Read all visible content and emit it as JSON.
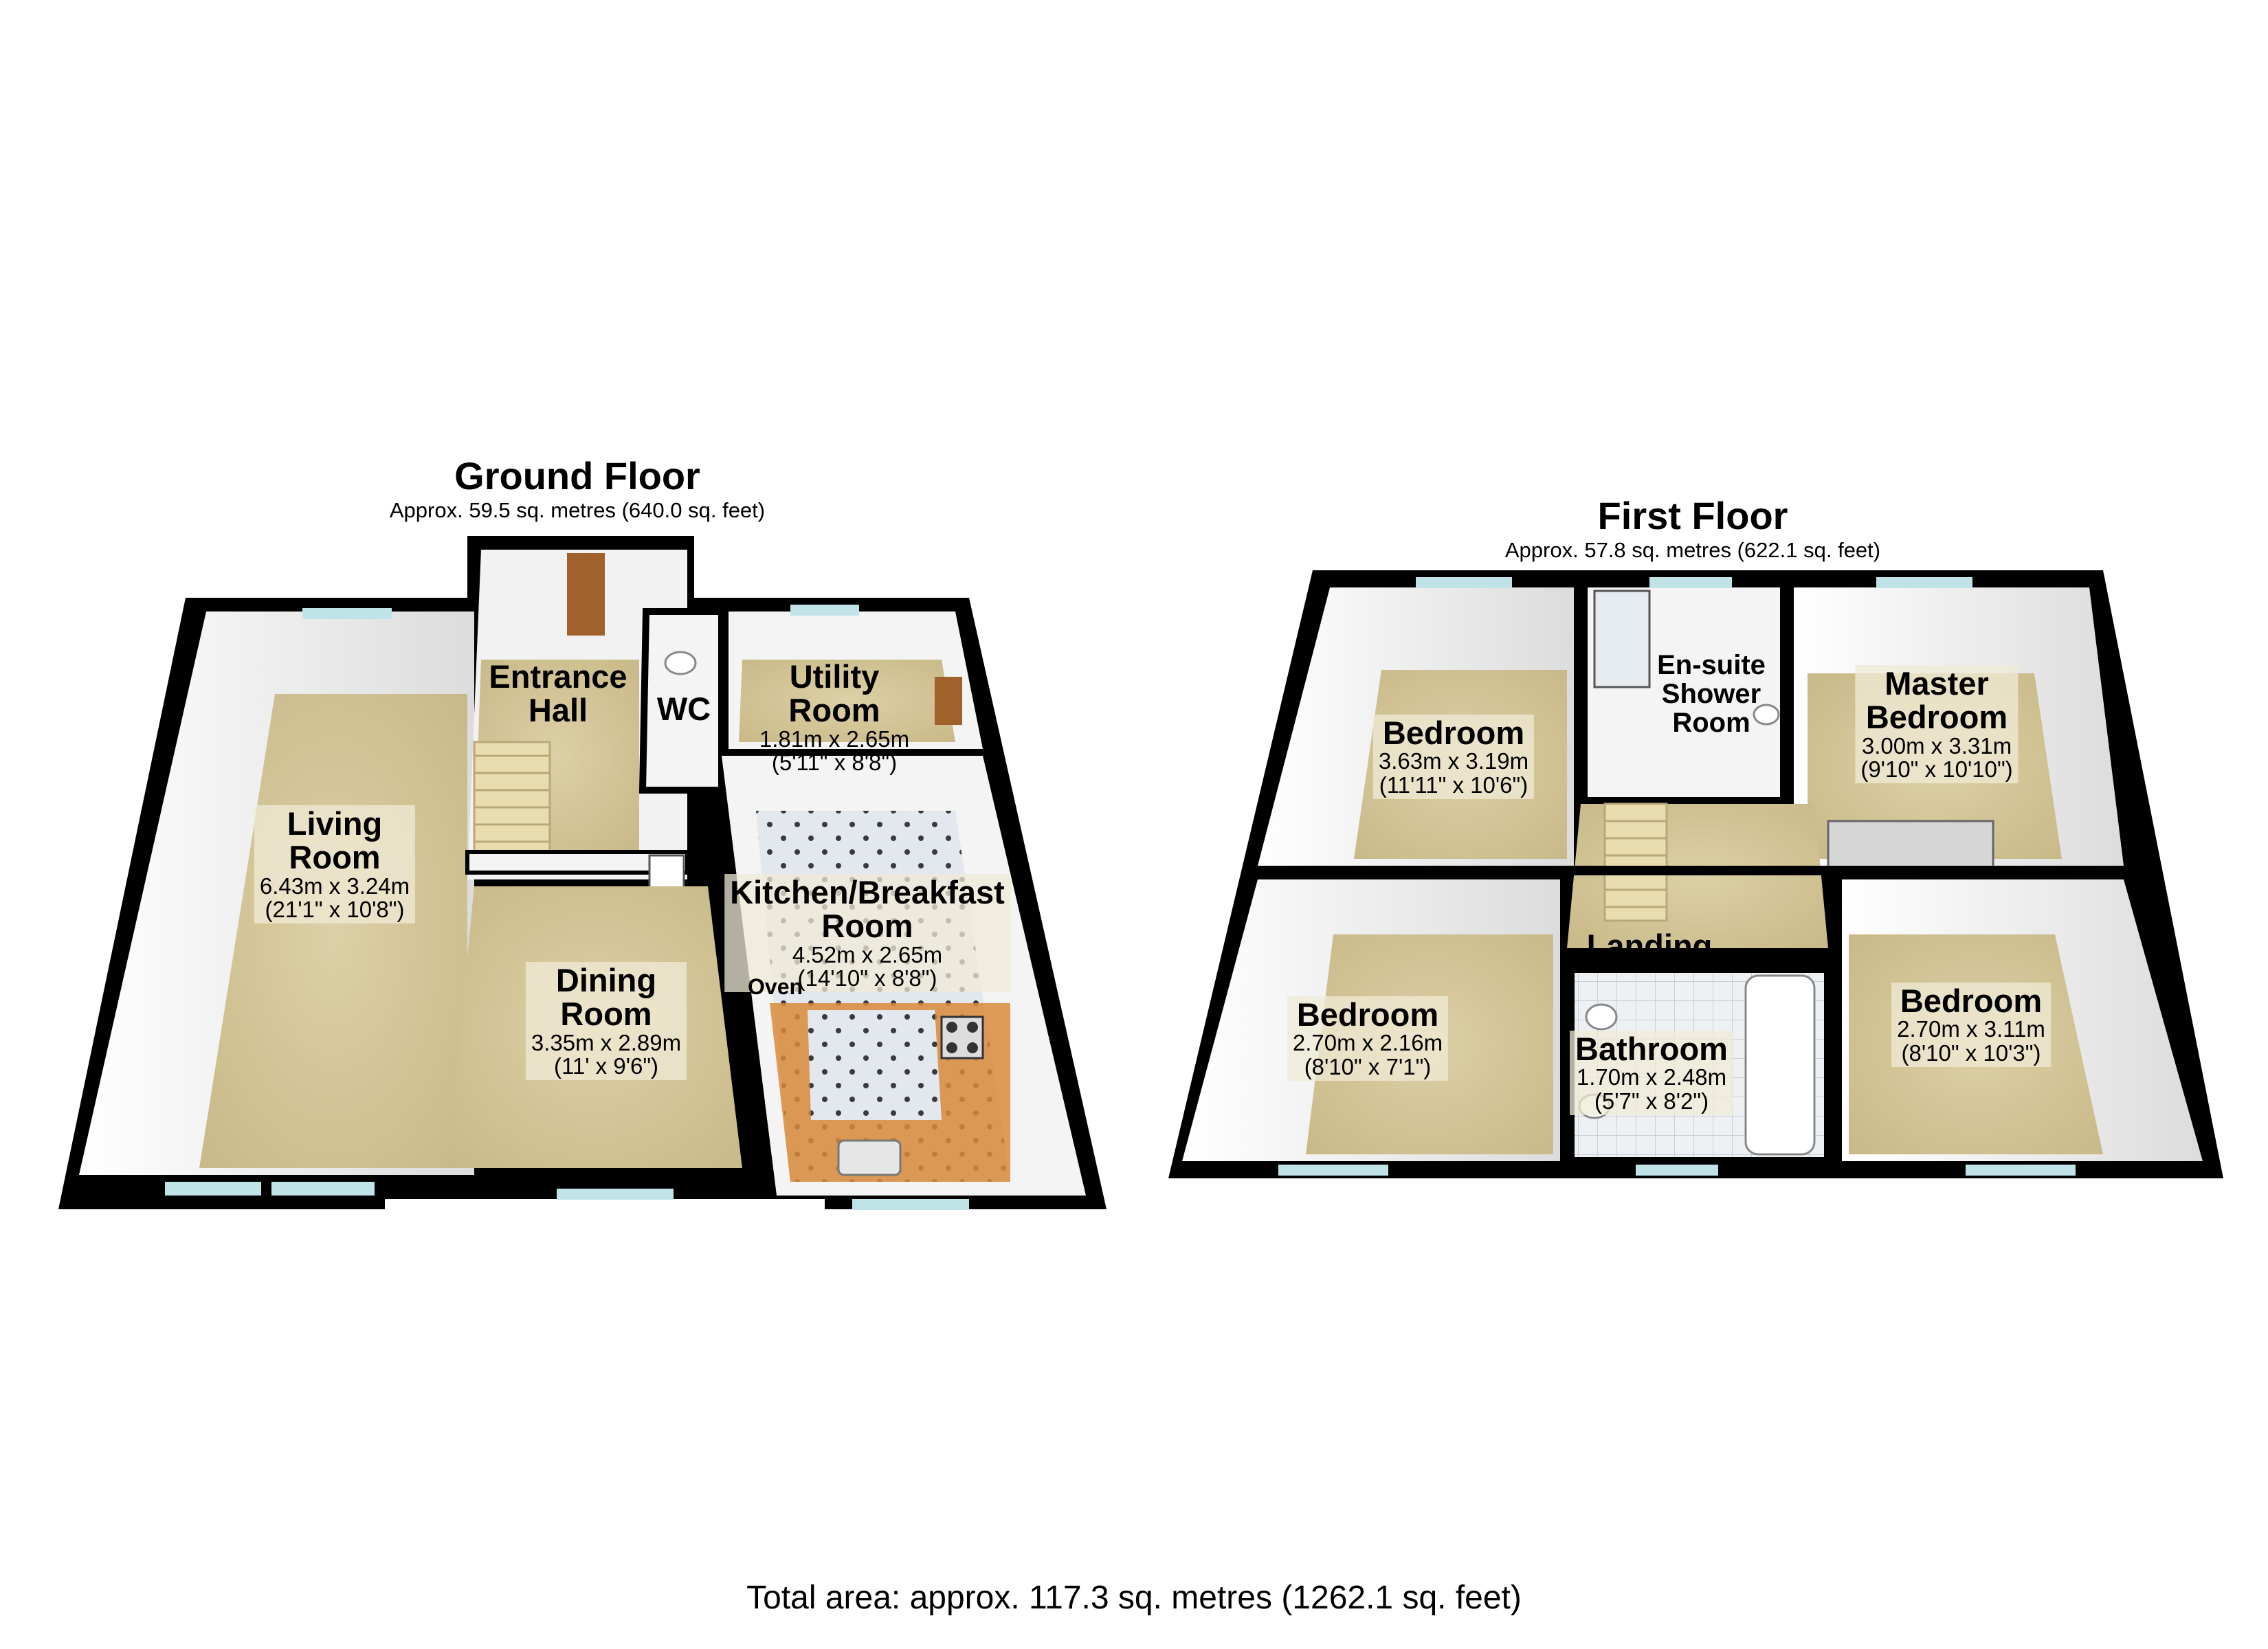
{
  "ground_floor": {
    "title": "Ground Floor",
    "area": "Approx. 59.5 sq. metres (640.0 sq. feet)",
    "rooms": {
      "entrance_hall": {
        "name_line1": "Entrance",
        "name_line2": "Hall"
      },
      "wc": {
        "name": "WC"
      },
      "utility": {
        "name_line1": "Utility",
        "name_line2": "Room",
        "metric": "1.81m x 2.65m",
        "imperial": "(5'11\" x 8'8\")"
      },
      "living": {
        "name_line1": "Living",
        "name_line2": "Room",
        "metric": "6.43m x 3.24m",
        "imperial": "(21'1\" x 10'8\")"
      },
      "dining": {
        "name_line1": "Dining",
        "name_line2": "Room",
        "metric": "3.35m x 2.89m",
        "imperial": "(11' x 9'6\")"
      },
      "kitchen": {
        "name_line1": "Kitchen/Breakfast",
        "name_line2": "Room",
        "metric": "4.52m x 2.65m",
        "imperial": "(14'10\" x 8'8\")"
      },
      "oven": {
        "name": "Oven"
      }
    }
  },
  "first_floor": {
    "title": "First Floor",
    "area": "Approx. 57.8 sq. metres (622.1 sq. feet)",
    "rooms": {
      "bedroom_front_left": {
        "name": "Bedroom",
        "metric": "3.63m x 3.19m",
        "imperial": "(11'11\" x 10'6\")"
      },
      "ensuite": {
        "name_line1": "En-suite",
        "name_line2": "Shower",
        "name_line3": "Room"
      },
      "master": {
        "name_line1": "Master",
        "name_line2": "Bedroom",
        "metric": "3.00m x 3.31m",
        "imperial": "(9'10\" x 10'10\")"
      },
      "landing": {
        "name": "Landing"
      },
      "bedroom_rear_left": {
        "name": "Bedroom",
        "metric": "2.70m x 2.16m",
        "imperial": "(8'10\" x 7'1\")"
      },
      "bathroom": {
        "name": "Bathroom",
        "metric": "1.70m x 2.48m",
        "imperial": "(5'7\" x 8'2\")"
      },
      "bedroom_rear_right": {
        "name": "Bedroom",
        "metric": "2.70m x 3.11m",
        "imperial": "(8'10\" x 10'3\")"
      }
    }
  },
  "total_area": "Total area: approx. 117.3 sq. metres (1262.1 sq. feet)",
  "colors": {
    "wall": "#000000",
    "carpet": "#d8caa0",
    "wall_face": "#f4f4f4",
    "kitchen_floor": "#d7dde6",
    "worktop": "#d98a3a",
    "window": "#bfe3e6",
    "door": "#a0622a"
  }
}
